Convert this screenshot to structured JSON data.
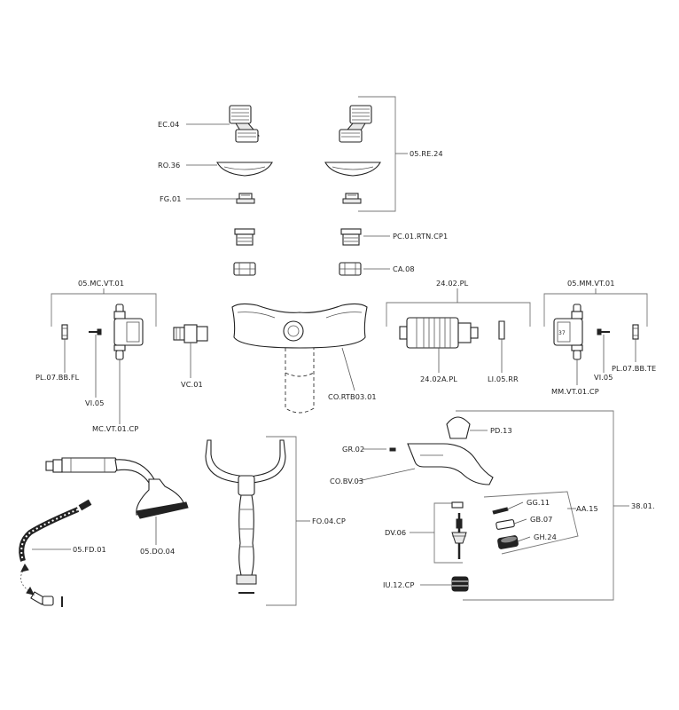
{
  "labels": {
    "ec04": "EC.04",
    "ro36": "RO.36",
    "fg01": "FG.01",
    "re24": "05.RE.24",
    "pc01": "PC.01.RTN.CP1",
    "ca08": "CA.08",
    "mcvt01": "05.MC.VT.01",
    "pl07bbfl": "PL.07.BB.FL",
    "vi05_left": "VI.05",
    "mcvt01cp": "MC.VT.01.CP",
    "vc01": "VC.01",
    "cortb": "CO.RTB03.01",
    "pl2402": "24.02.PL",
    "pl2402a": "24.02A.PL",
    "li05": "LI.05.RR",
    "mmvt01": "05.MM.VT.01",
    "vi05_right": "VI.05",
    "pl07bbte": "PL.07.BB.TE",
    "mmvt01cp": "MM.VT.01.CP",
    "pd13": "PD.13",
    "gr02": "GR.02",
    "cobv03": "CO.BV.03",
    "gg11": "GG.11",
    "gb07": "GB.07",
    "gh24": "GH.24",
    "aa15": "AA.15",
    "s3801": "38.01.",
    "dv06": "DV.06",
    "iu12": "IU.12.CP",
    "fo04": "FO.04.CP",
    "fd01": "05.FD.01",
    "do04": "05.DO.04",
    "knob_num": "37"
  }
}
